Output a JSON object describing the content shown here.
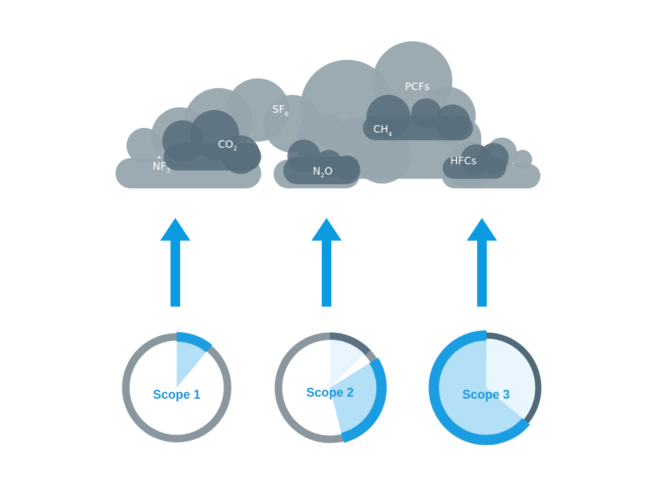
{
  "colors": {
    "cloud_light": "#97a5ae",
    "cloud_dark": "#5a6f7c",
    "arrow": "#0a9be0",
    "ring_grey": "#8a979f",
    "ring_dark": "#4f6a7a",
    "ring_blue": "#1b9de2",
    "fill_light": "#b3e0f7",
    "fill_pale": "#e9f6fd",
    "label_blue": "#1a96dc"
  },
  "gases": {
    "nf3": {
      "base": "NF",
      "sub": "3",
      "after": ""
    },
    "co2": {
      "base": "CO",
      "sub": "2",
      "after": ""
    },
    "sf6": {
      "base": "SF",
      "sub": "6",
      "after": ""
    },
    "n2o": {
      "base": "N",
      "sub": "2",
      "after": "O"
    },
    "ch4": {
      "base": "CH",
      "sub": "4",
      "after": ""
    },
    "pcfs": {
      "base": "PCFs",
      "sub": "",
      "after": ""
    },
    "hfcs": {
      "base": "HFCs",
      "sub": "",
      "after": ""
    }
  },
  "scopes": [
    {
      "label": "Scope 1",
      "highlight_fraction": 0.11
    },
    {
      "label": "Scope 2",
      "highlight_fraction": 0.3
    },
    {
      "label": "Scope 3",
      "highlight_fraction": 0.64
    }
  ]
}
